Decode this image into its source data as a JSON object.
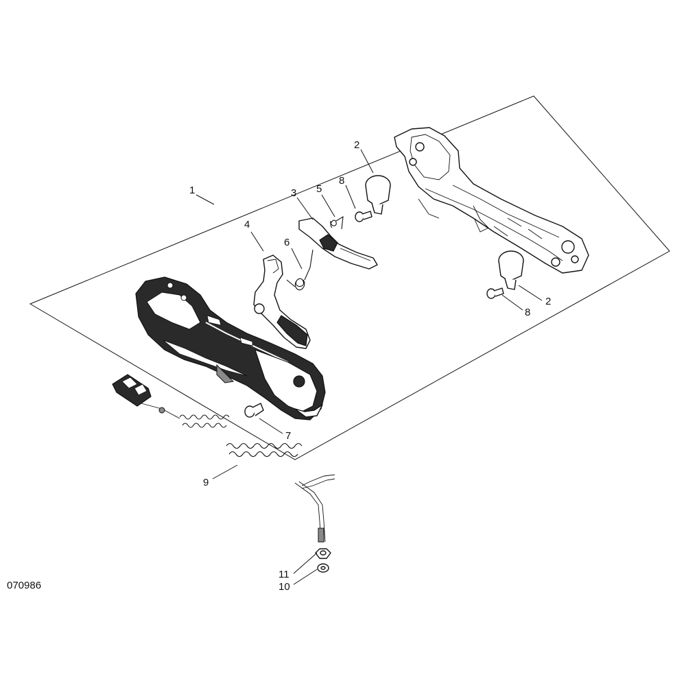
{
  "diagram": {
    "figure_id": "070986",
    "callouts": {
      "c1": "1",
      "c2a": "2",
      "c2b": "2",
      "c3": "3",
      "c4": "4",
      "c5": "5",
      "c6": "6",
      "c7": "7",
      "c8a": "8",
      "c8b": "8",
      "c9": "9",
      "c10": "10",
      "c11": "11"
    }
  }
}
